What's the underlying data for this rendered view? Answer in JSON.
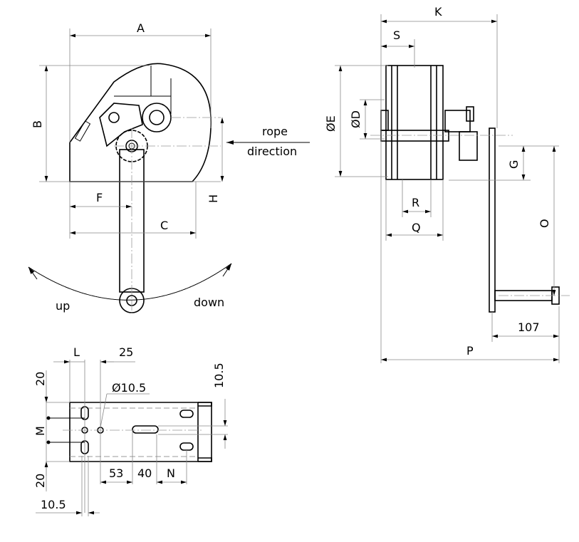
{
  "front_view": {
    "dim_a": "A",
    "dim_b": "B",
    "dim_c": "C",
    "dim_f": "F",
    "dim_h": "H",
    "rope_direction_line1": "rope",
    "rope_direction_line2": "direction",
    "rotation_up": "up",
    "rotation_down": "down"
  },
  "side_view": {
    "dim_k": "K",
    "dim_s": "S",
    "dim_e": "ØE",
    "dim_d": "ØD",
    "dim_r": "R",
    "dim_q": "Q",
    "dim_g": "G",
    "dim_o": "O",
    "dim_handle": "107",
    "dim_p": "P"
  },
  "base_plate_view": {
    "dim_l": "L",
    "dim_25": "25",
    "dim_20_top": "20",
    "dim_hole": "Ø10.5",
    "dim_m": "M",
    "dim_10_5_right": "10.5",
    "dim_53": "53",
    "dim_40": "40",
    "dim_n": "N",
    "dim_20_bottom": "20",
    "dim_10_5_bottom": "10.5"
  }
}
